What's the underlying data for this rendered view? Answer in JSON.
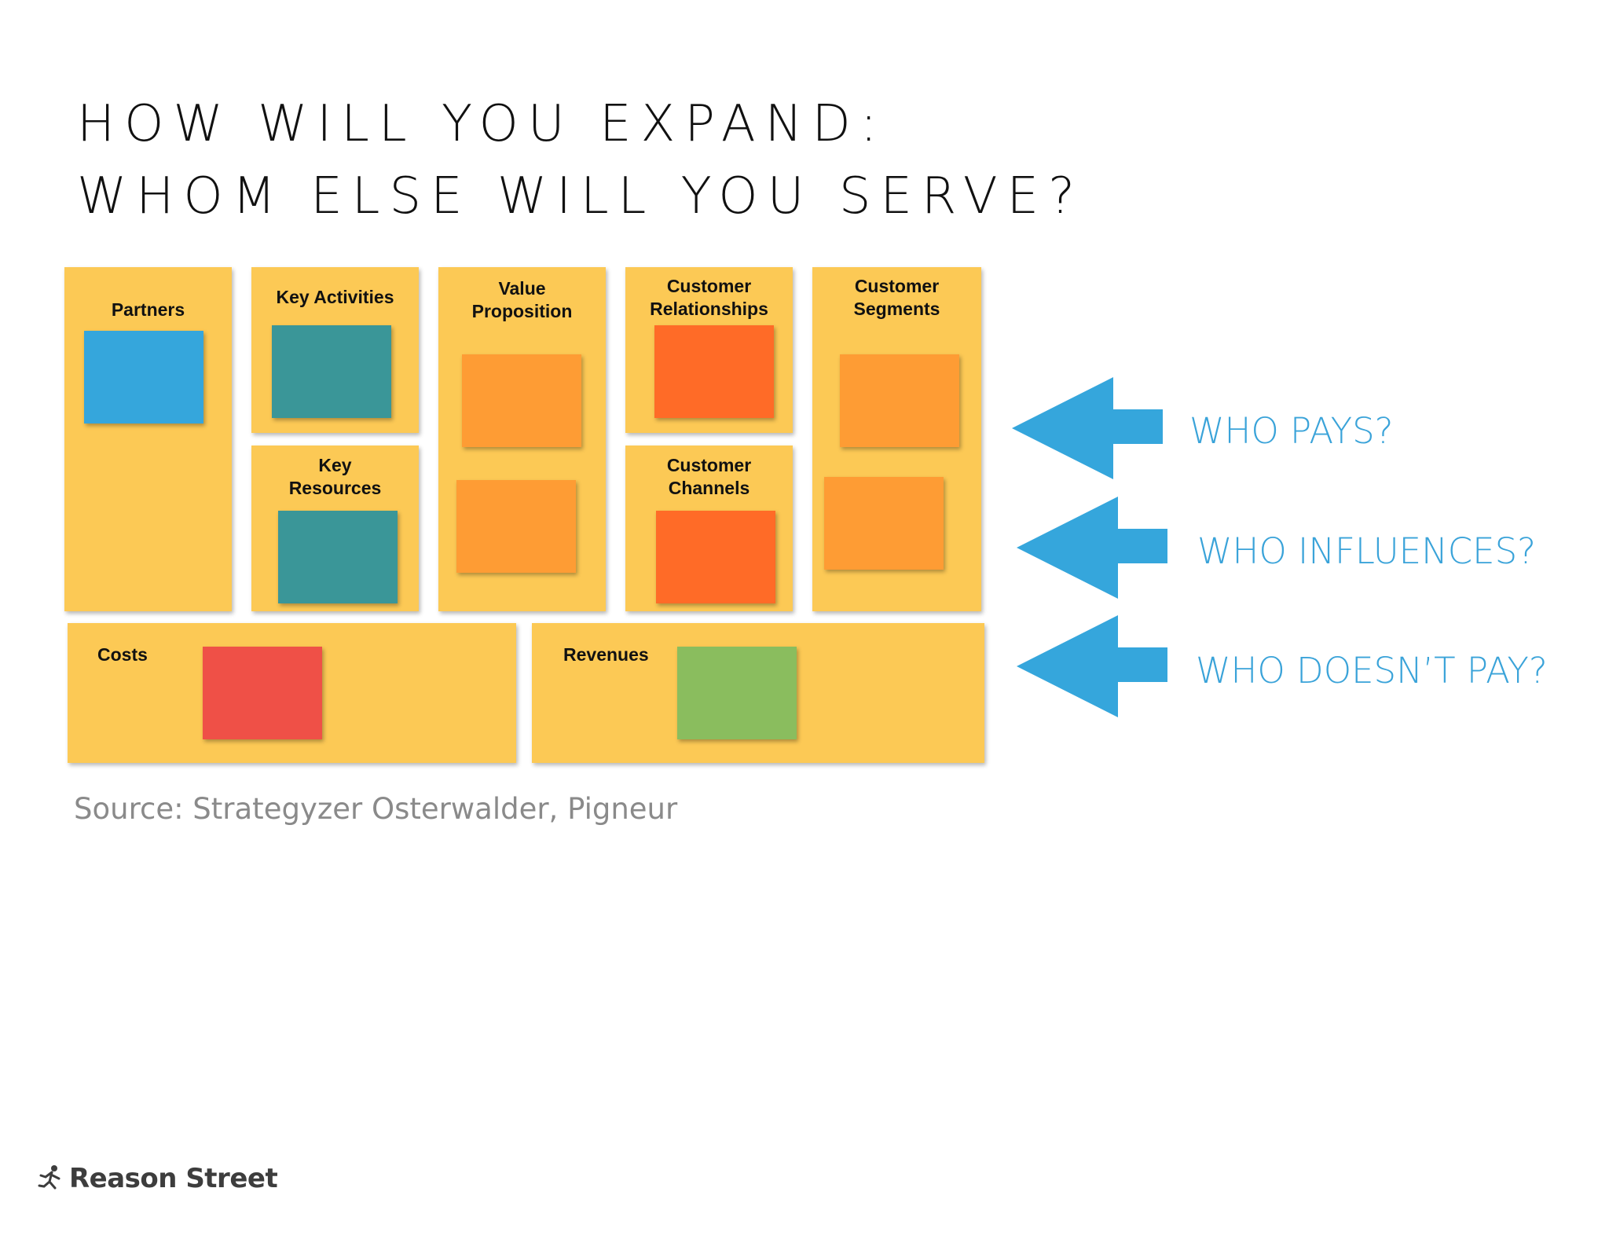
{
  "title": {
    "line1": "HOW WILL YOU EXPAND:",
    "line2": "WHOM ELSE WILL YOU SERVE?"
  },
  "canvas": {
    "partners": "Partners",
    "key_activities": "Key Activities",
    "key_resources": "Key\nResources",
    "value_proposition": "Value\nProposition",
    "customer_relationships": "Customer\nRelationships",
    "customer_channels": "Customer\nChannels",
    "customer_segments": "Customer\nSegments",
    "costs": "Costs",
    "revenues": "Revenues"
  },
  "colors": {
    "block": "#fcc955",
    "partner_note": "#35a6dc",
    "activity_note": "#3a9698",
    "value_note": "#fe9c34",
    "relationship_note": "#ff6b27",
    "cost_note": "#ef5047",
    "revenue_note": "#8abd5e",
    "arrow": "#35a6dc"
  },
  "questions": [
    "WHO PAYS?",
    "WHO INFLUENCES?",
    "WHO DOESN’T PAY?"
  ],
  "source": "Source: Strategyzer Osterwalder, Pigneur",
  "logo": {
    "text": "Reason Street"
  }
}
